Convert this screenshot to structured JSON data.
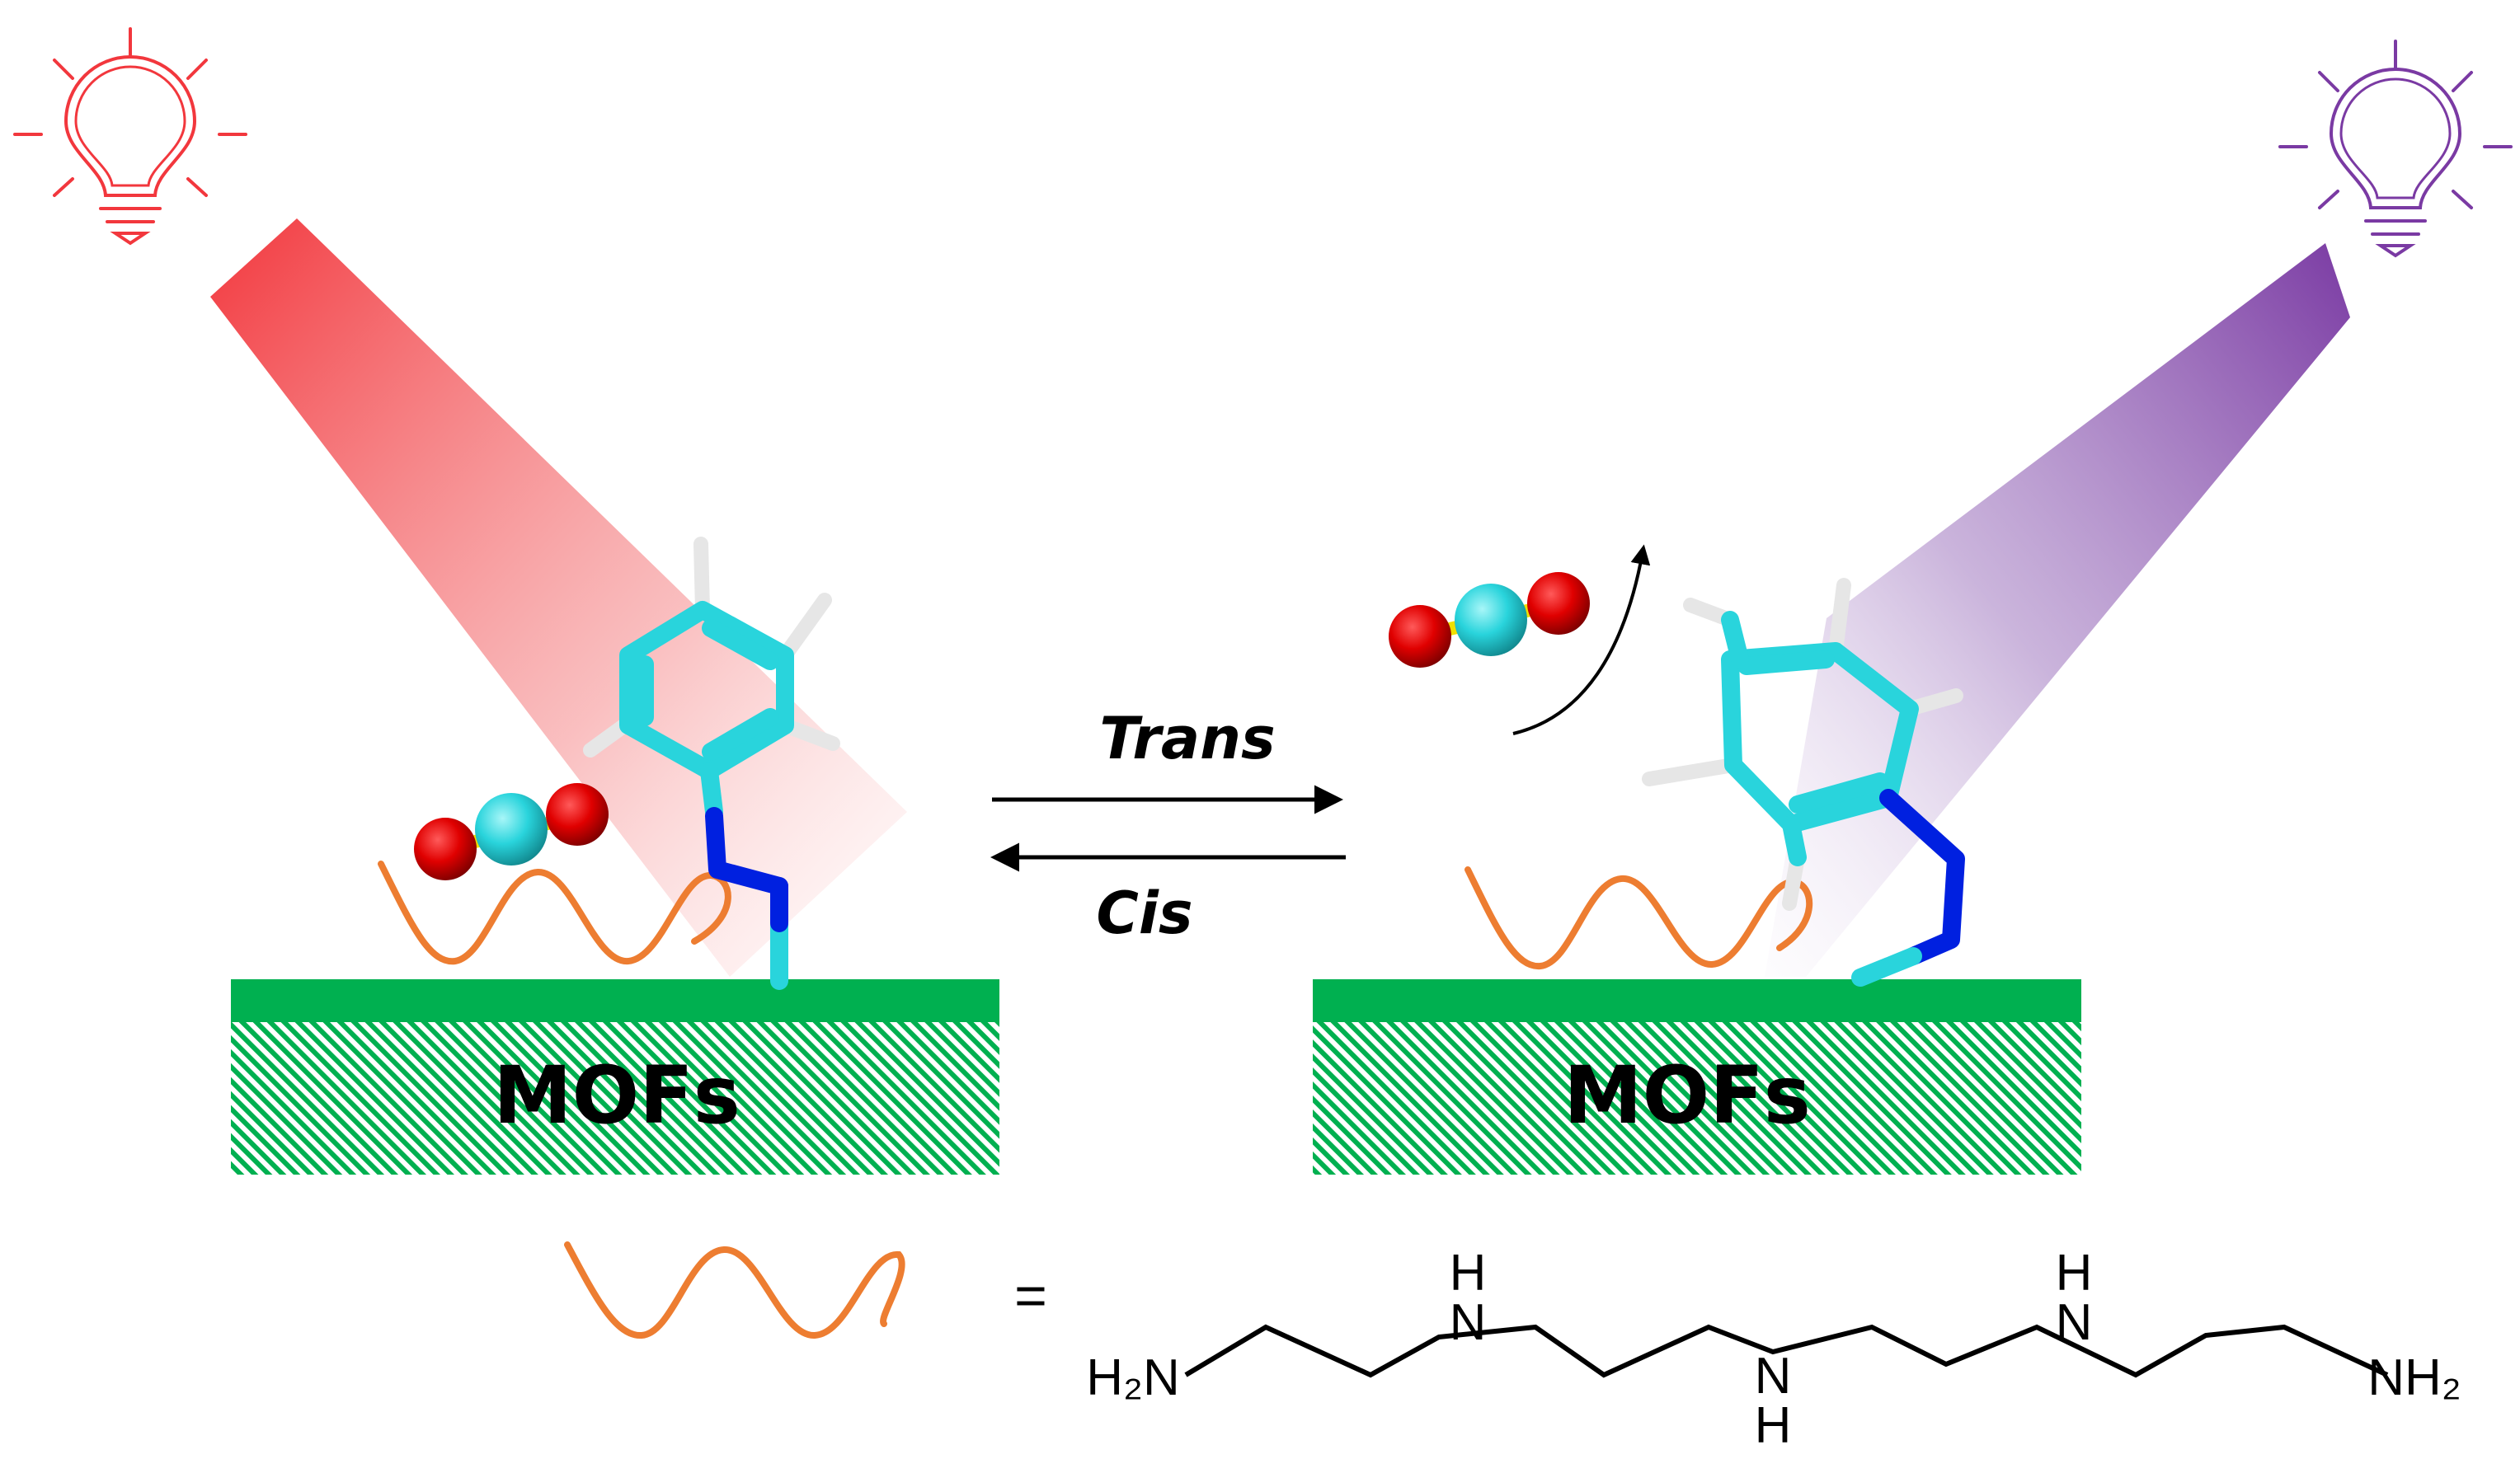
{
  "labels": {
    "mof_left": "MOFs",
    "mof_right": "MOFs",
    "forward": "Trans",
    "reverse": "Cis",
    "equals": "="
  },
  "structure": {
    "amine_left": "H₂N",
    "amine_right": "NH₂",
    "nh_atoms": [
      "N",
      "N",
      "N"
    ],
    "nh_hydrogens": [
      "H",
      "H",
      "H"
    ]
  },
  "colors": {
    "red_light": "#f2373d",
    "violet_light": "#7a3aa3",
    "substrate_green": "#00b050",
    "polymer_orange": "#ed7d31",
    "carbon_cyan": "#29d4dc",
    "nitrogen_blue": "#0020e0",
    "oxygen_red": "#e00000",
    "bond_yellow": "#f0e000",
    "hydrogen_grey": "#e6e6e6"
  },
  "icons": [
    "red-lightbulb-icon",
    "violet-lightbulb-icon"
  ]
}
